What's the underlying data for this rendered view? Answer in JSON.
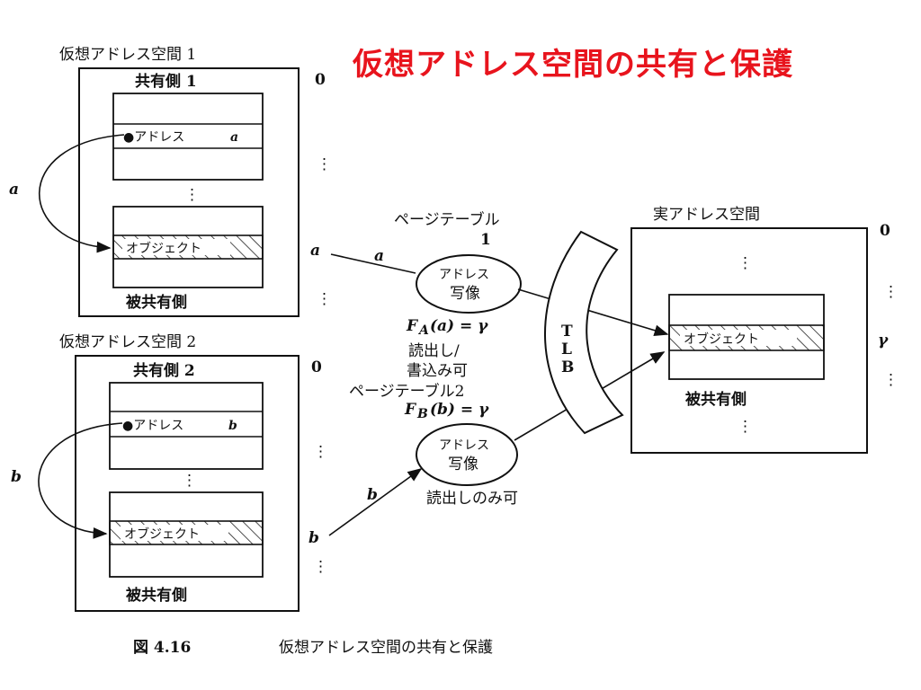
{
  "slide": {
    "title": "仮想アドレス空間の共有と保護",
    "caption_fig": "図 4.16",
    "caption_text": "仮想アドレス空間の共有と保護"
  },
  "space1": {
    "title": "仮想アドレス空間 1",
    "shared_side": "共有側 1",
    "address_label": "●アドレス",
    "address_var": "a",
    "object": "オブジェクト",
    "shared_by": "被共有側",
    "zero": "0",
    "ellipsis": "⋮",
    "arc_label": "a",
    "out_label": "a"
  },
  "space2": {
    "title": "仮想アドレス空間 2",
    "shared_side": "共有側 2",
    "address_label": "●アドレス",
    "address_var": "b",
    "object": "オブジェクト",
    "shared_by": "被共有側",
    "zero": "0",
    "ellipsis": "⋮",
    "arc_label": "b",
    "out_label": "b"
  },
  "mapping": {
    "page_table_1_title": "ページテーブル",
    "page_table_1_num": "1",
    "map1_line1": "アドレス",
    "map1_line2": "写像",
    "in_label_a": "a",
    "func_a_f": "F",
    "func_a_sub": "A",
    "func_a_rest": "(a) = γ",
    "perm1_line1": "読出し/",
    "perm1_line2": "書込み可",
    "page_table_2_title": "ページテーブル2",
    "func_b_f": "F",
    "func_b_sub": "B",
    "func_b_rest": "(b) = γ",
    "map2_line1": "アドレス",
    "map2_line2": "写像",
    "in_label_b": "b",
    "perm2": "読出しのみ可",
    "tlb": [
      "T",
      "L",
      "B"
    ]
  },
  "real": {
    "title": "実アドレス空間",
    "object": "オブジェクト",
    "shared_by": "被共有側",
    "zero": "0",
    "gamma": "γ",
    "ellipsis": "⋮"
  }
}
